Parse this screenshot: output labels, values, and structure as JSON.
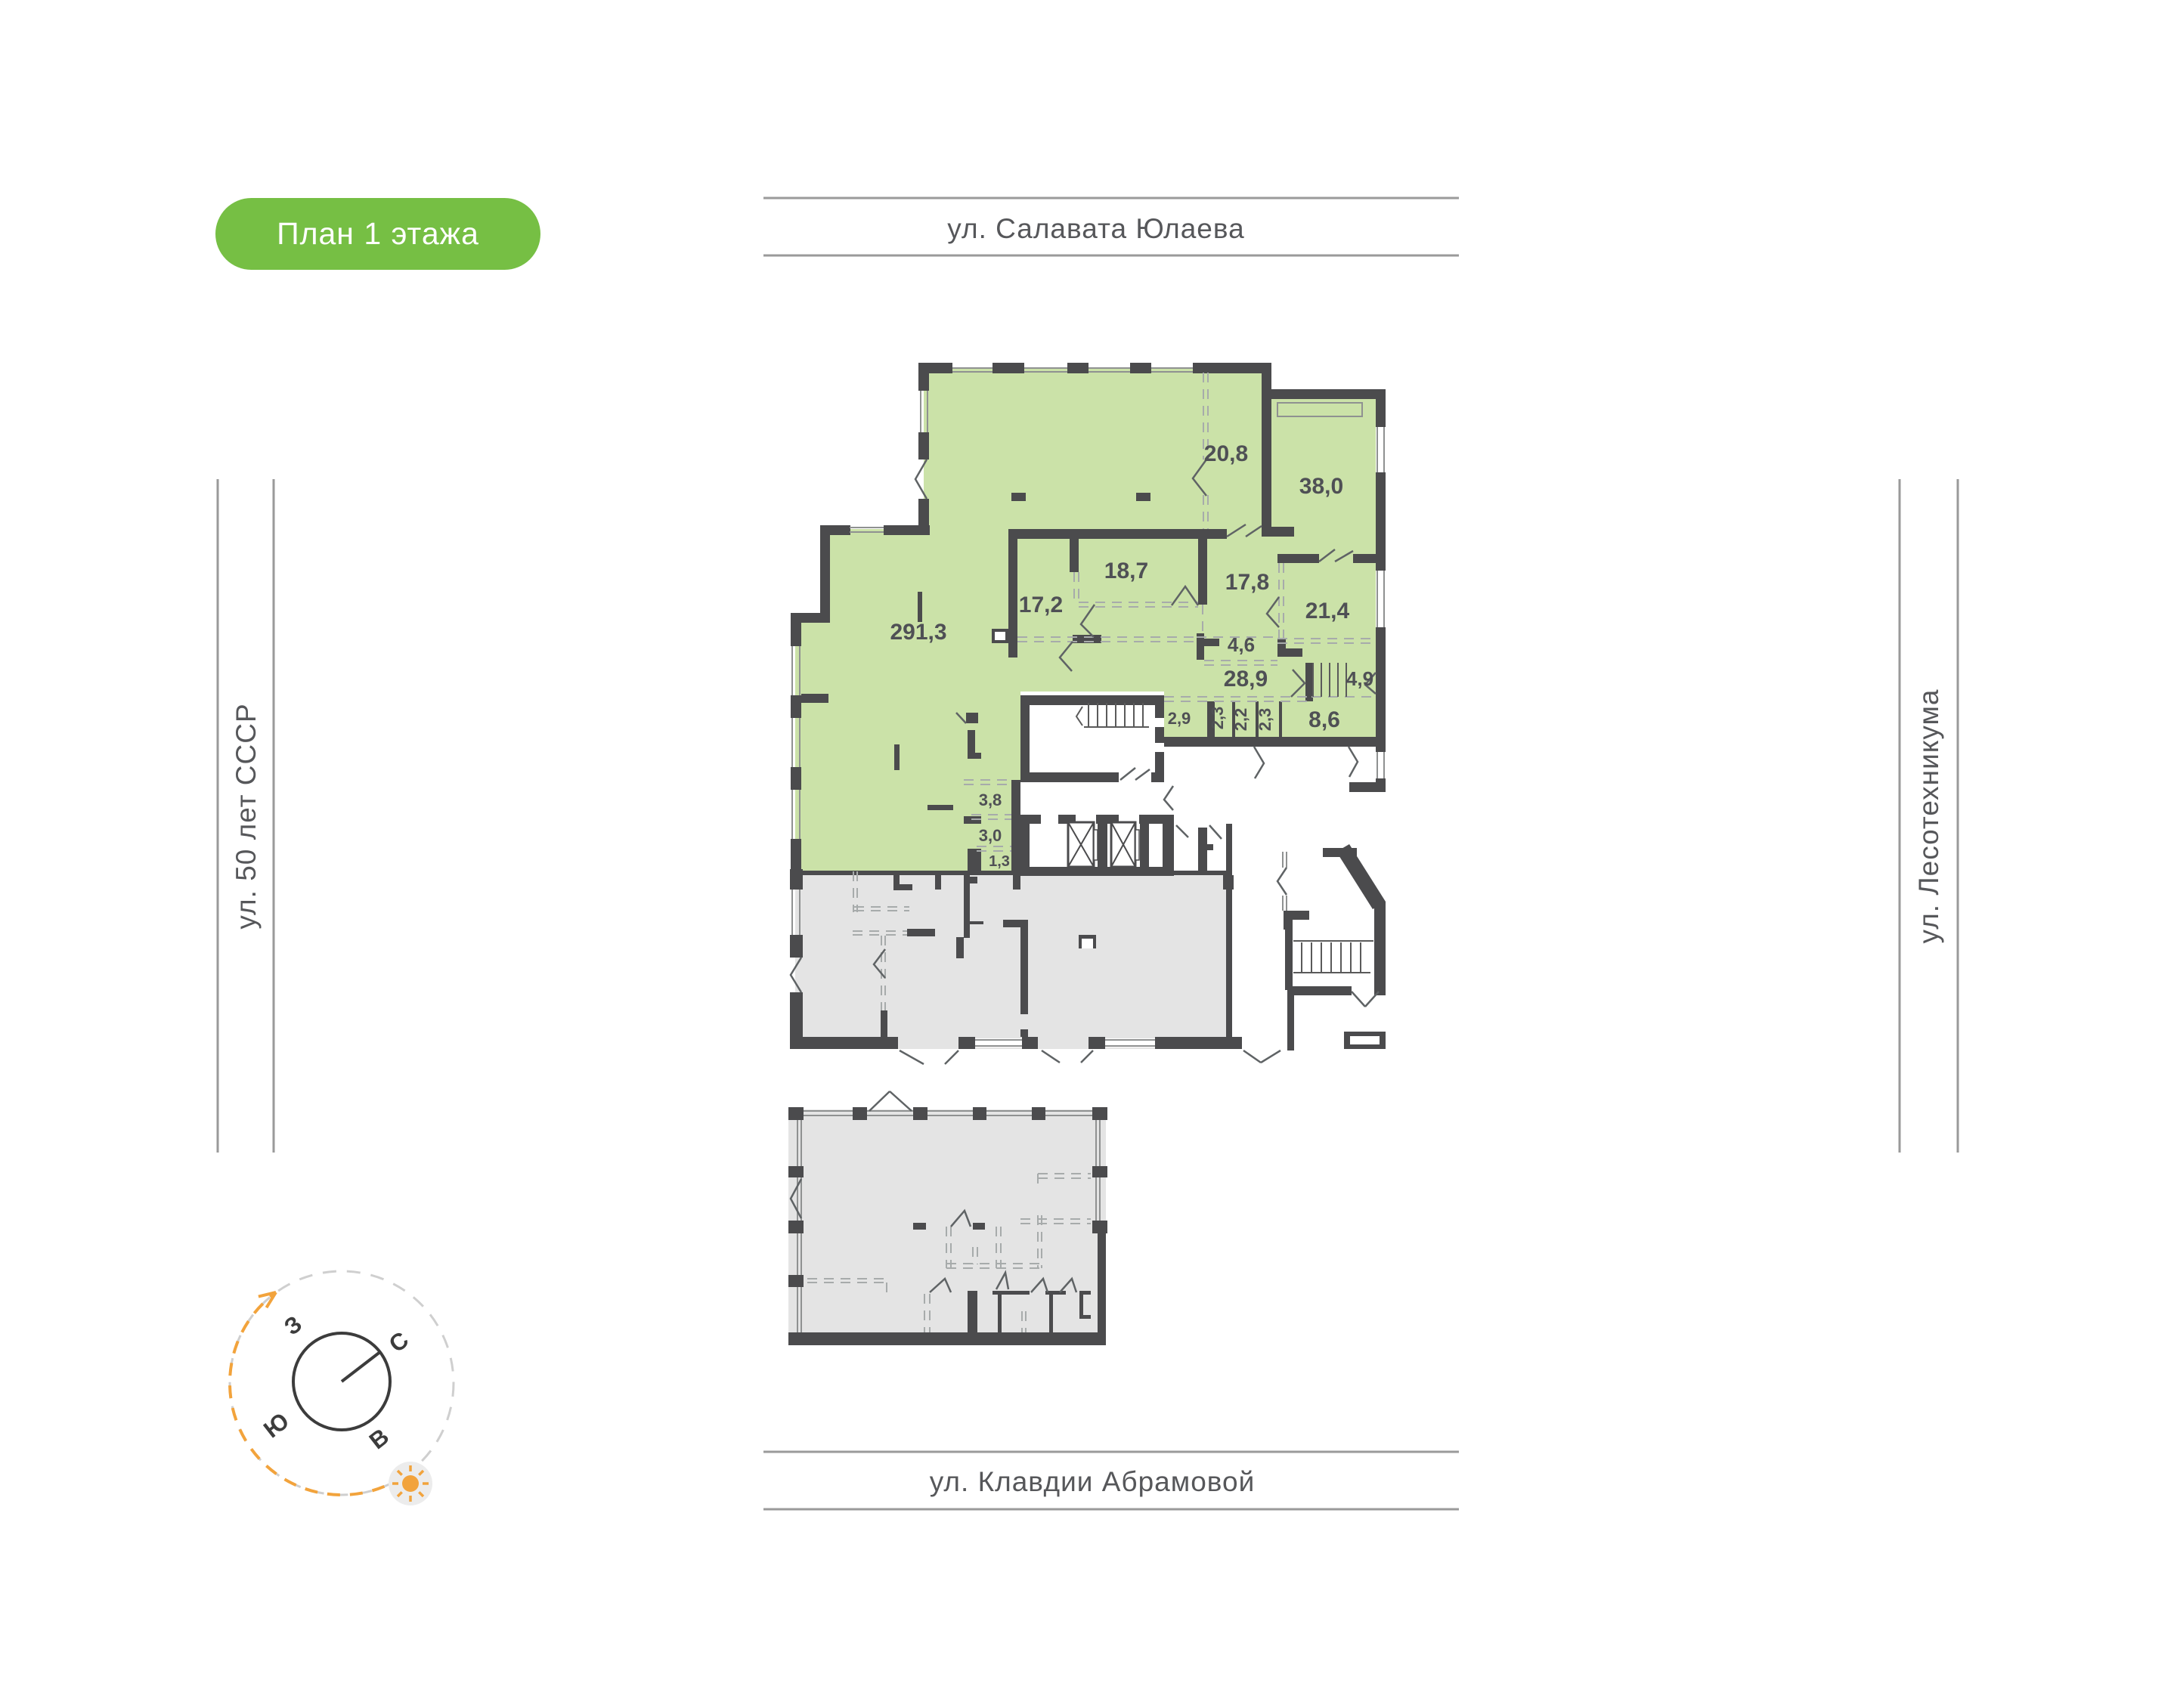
{
  "badge": {
    "label": "План 1 этажа"
  },
  "streets": {
    "top": "ул. Салавата Юлаева",
    "left": "ул. 50 лет СССР",
    "right": "ул. Лесотехникума",
    "bottom": "ул. Клавдии Абрамовой"
  },
  "compass": {
    "north": "С",
    "east": "В",
    "south": "Ю",
    "west": "З"
  },
  "rooms": [
    {
      "id": "hall",
      "area": "291,3"
    },
    {
      "id": "room-20-8",
      "area": "20,8"
    },
    {
      "id": "room-38-0",
      "area": "38,0"
    },
    {
      "id": "room-18-7",
      "area": "18,7"
    },
    {
      "id": "room-17-2",
      "area": "17,2"
    },
    {
      "id": "room-17-8",
      "area": "17,8"
    },
    {
      "id": "room-21-4",
      "area": "21,4"
    },
    {
      "id": "room-4-6",
      "area": "4,6"
    },
    {
      "id": "room-28-9",
      "area": "28,9"
    },
    {
      "id": "stair-4-9",
      "area": "4,9"
    },
    {
      "id": "room-2-9",
      "area": "2,9"
    },
    {
      "id": "room-2-3-a",
      "area": "2,3"
    },
    {
      "id": "room-2-2",
      "area": "2,2"
    },
    {
      "id": "room-2-3-b",
      "area": "2,3"
    },
    {
      "id": "room-8-6",
      "area": "8,6"
    },
    {
      "id": "room-3-8",
      "area": "3,8"
    },
    {
      "id": "room-3-0",
      "area": "3,0"
    },
    {
      "id": "room-1-3",
      "area": "1,3"
    }
  ],
  "colors": {
    "accent_green": "#76bf44",
    "room_green": "#cbe2a8",
    "room_grey": "#e4e4e4",
    "wall": "#4b4b4d",
    "orange": "#f2a33c"
  }
}
